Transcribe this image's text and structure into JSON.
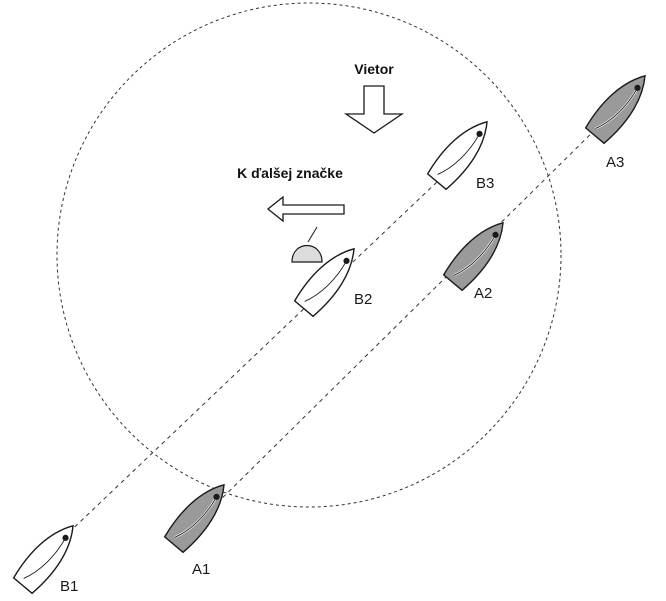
{
  "labels": {
    "wind": "Vietor",
    "next_mark": "K ďalšej značke"
  },
  "boats": {
    "A1": "A1",
    "A2": "A2",
    "A3": "A3",
    "B1": "B1",
    "B2": "B2",
    "B3": "B3"
  },
  "colors": {
    "boat_a_fill": "#9a9a9a",
    "boat_b_fill": "#ffffff",
    "stroke": "#1a1a1a",
    "mark_fill": "#dcdcdc"
  }
}
